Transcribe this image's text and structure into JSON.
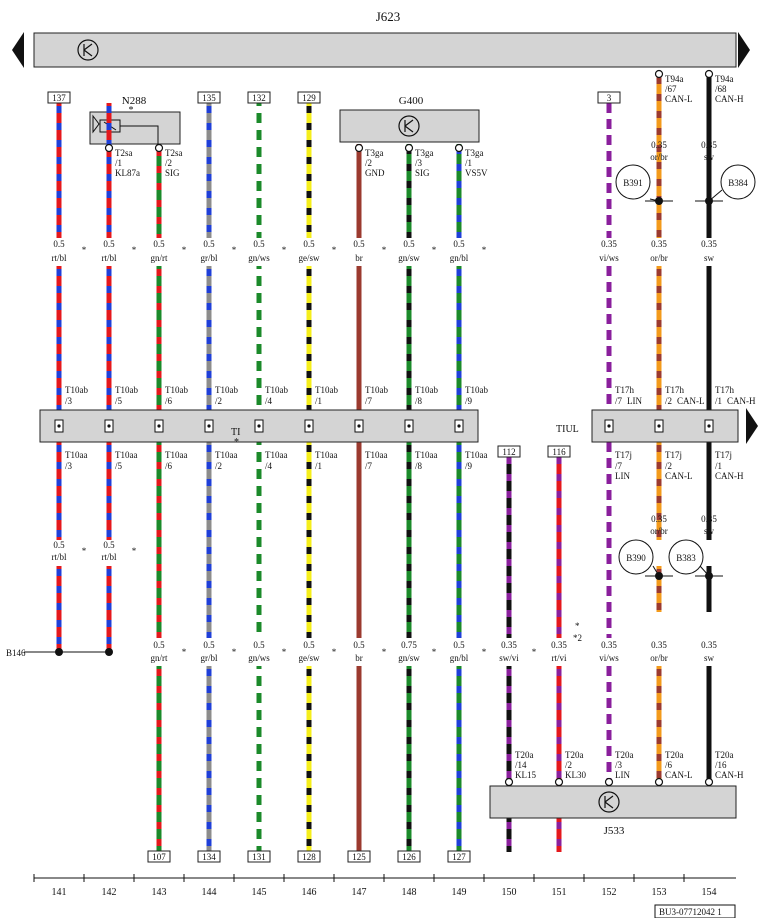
{
  "top_title": "J623",
  "bottom_title": "J533",
  "ti_label": "TI",
  "ti_star": "*",
  "tiul_label": "TIUL",
  "doc_code": "BU3-07712042 1",
  "ground_label": "B146",
  "components": {
    "n288": {
      "name": "N288",
      "star": "*"
    },
    "g400": {
      "name": "G400"
    }
  },
  "circles": [
    {
      "label": "B391",
      "col": 152.5
    },
    {
      "label": "B384",
      "col": 155
    },
    {
      "label": "B390",
      "col": 152.5
    },
    {
      "label": "B383",
      "col": 153.5
    }
  ],
  "columns": [
    {
      "num": "141",
      "top_tag": "137",
      "top_pin": [
        "",
        "",
        ""
      ],
      "top_spec": [
        "0.5",
        "rt/bl"
      ],
      "t10ab": [
        "T10ab",
        "/3"
      ],
      "t10aa": [
        "T10aa",
        "/3"
      ],
      "mid_spec": [
        "0.5",
        "rt/bl"
      ],
      "bot_spec": [
        "",
        ""
      ],
      "bot_tag": "",
      "bot_pin": [
        "",
        "",
        ""
      ]
    },
    {
      "num": "142",
      "top_tag": "",
      "top_pin": [
        "T2sa",
        "/1",
        "KL87a"
      ],
      "top_spec": [
        "0.5",
        "rt/bl"
      ],
      "t10ab": [
        "T10ab",
        "/5"
      ],
      "t10aa": [
        "T10aa",
        "/5"
      ],
      "mid_spec": [
        "0.5",
        "rt/bl"
      ],
      "bot_spec": [
        "",
        ""
      ],
      "bot_tag": "",
      "bot_pin": [
        "",
        "",
        ""
      ]
    },
    {
      "num": "143",
      "top_tag": "",
      "top_pin": [
        "T2sa",
        "/2",
        "SIG"
      ],
      "top_spec": [
        "0.5",
        "gn/rt"
      ],
      "t10ab": [
        "T10ab",
        "/6"
      ],
      "t10aa": [
        "T10aa",
        "/6"
      ],
      "mid_spec": [
        "",
        ""
      ],
      "bot_spec": [
        "0.5",
        "gn/rt"
      ],
      "bot_tag": "107",
      "bot_pin": [
        "",
        "",
        ""
      ]
    },
    {
      "num": "144",
      "top_tag": "135",
      "top_pin": [
        "",
        "",
        ""
      ],
      "top_spec": [
        "0.5",
        "gr/bl"
      ],
      "t10ab": [
        "T10ab",
        "/2"
      ],
      "t10aa": [
        "T10aa",
        "/2"
      ],
      "mid_spec": [
        "",
        ""
      ],
      "bot_spec": [
        "0.5",
        "gr/bl"
      ],
      "bot_tag": "134",
      "bot_pin": [
        "",
        "",
        ""
      ]
    },
    {
      "num": "145",
      "top_tag": "132",
      "top_pin": [
        "",
        "",
        ""
      ],
      "top_spec": [
        "0.5",
        "gn/ws"
      ],
      "t10ab": [
        "T10ab",
        "/4"
      ],
      "t10aa": [
        "T10aa",
        "/4"
      ],
      "mid_spec": [
        "",
        ""
      ],
      "bot_spec": [
        "0.5",
        "gn/ws"
      ],
      "bot_tag": "131",
      "bot_pin": [
        "",
        "",
        ""
      ]
    },
    {
      "num": "146",
      "top_tag": "129",
      "top_pin": [
        "",
        "",
        ""
      ],
      "top_spec": [
        "0.5",
        "ge/sw"
      ],
      "t10ab": [
        "T10ab",
        "/1"
      ],
      "t10aa": [
        "T10aa",
        "/1"
      ],
      "mid_spec": [
        "",
        ""
      ],
      "bot_spec": [
        "0.5",
        "ge/sw"
      ],
      "bot_tag": "128",
      "bot_pin": [
        "",
        "",
        ""
      ]
    },
    {
      "num": "147",
      "top_tag": "",
      "top_pin": [
        "T3ga",
        "/2",
        "GND"
      ],
      "top_spec": [
        "0.5",
        "br"
      ],
      "t10ab": [
        "T10ab",
        "/7"
      ],
      "t10aa": [
        "T10aa",
        "/7"
      ],
      "mid_spec": [
        "",
        ""
      ],
      "bot_spec": [
        "0.5",
        "br"
      ],
      "bot_tag": "125",
      "bot_pin": [
        "",
        "",
        ""
      ]
    },
    {
      "num": "148",
      "top_tag": "",
      "top_pin": [
        "T3ga",
        "/3",
        "SIG"
      ],
      "top_spec": [
        "0.5",
        "gn/sw"
      ],
      "t10ab": [
        "T10ab",
        "/8"
      ],
      "t10aa": [
        "T10aa",
        "/8"
      ],
      "mid_spec": [
        "",
        ""
      ],
      "bot_spec": [
        "0.75",
        "gn/sw"
      ],
      "bot_tag": "126",
      "bot_pin": [
        "",
        "",
        ""
      ]
    },
    {
      "num": "149",
      "top_tag": "",
      "top_pin": [
        "T3ga",
        "/1",
        "VS5V"
      ],
      "top_spec": [
        "0.5",
        "gn/bl"
      ],
      "t10ab": [
        "T10ab",
        "/9"
      ],
      "t10aa": [
        "T10aa",
        "/9"
      ],
      "mid_spec": [
        "",
        ""
      ],
      "bot_spec": [
        "0.5",
        "gn/bl"
      ],
      "bot_tag": "127",
      "bot_pin": [
        "",
        "",
        ""
      ]
    },
    {
      "num": "150",
      "top_tag": "",
      "top_pin": [
        "",
        "",
        ""
      ],
      "top_spec": [
        "",
        ""
      ],
      "t10ab": [
        "",
        ""
      ],
      "t10aa": [
        "",
        ""
      ],
      "mid_spec": [
        "",
        ""
      ],
      "bot_spec": [
        "0.35",
        "sw/vi"
      ],
      "bot_tag": "112",
      "bot_pin": [
        "T20a",
        "/14",
        "KL15"
      ]
    },
    {
      "num": "151",
      "top_tag": "",
      "top_pin": [
        "",
        "",
        ""
      ],
      "top_spec": [
        "",
        ""
      ],
      "t10ab": [
        "",
        ""
      ],
      "t10aa": [
        "",
        ""
      ],
      "mid_spec": [
        "",
        ""
      ],
      "bot_spec": [
        "0.35",
        "rt/vi"
      ],
      "bot_tag": "116",
      "bot_pin": [
        "T20a",
        "/2",
        "KL30"
      ]
    },
    {
      "num": "152",
      "top_tag": "3",
      "top_pin": [
        "",
        "",
        ""
      ],
      "top_spec": [
        "0.35",
        "vi/ws"
      ],
      "t10ab": [
        "T17h",
        "/7",
        "LIN"
      ],
      "t10aa": [
        "T17j",
        "/7",
        "LIN"
      ],
      "mid_spec": [
        "",
        ""
      ],
      "bot_spec": [
        "0.35",
        "vi/ws"
      ],
      "bot_tag": "",
      "bot_pin": [
        "T20a",
        "/3",
        "LIN"
      ]
    },
    {
      "num": "153",
      "top_tag": "",
      "top_pin": [
        "T94a",
        "/67",
        "CAN-L"
      ],
      "top_spec": [
        "0.35",
        "or/br"
      ],
      "top_spec2": [
        "0.35",
        "or/br"
      ],
      "t10ab": [
        "T17h",
        "/2",
        "CAN-L"
      ],
      "t10aa": [
        "T17j",
        "/2",
        "CAN-L"
      ],
      "mid_spec": [
        "0.35",
        "or/br"
      ],
      "bot_spec": [
        "0.35",
        "or/br"
      ],
      "bot_tag": "",
      "bot_pin": [
        "T20a",
        "/6",
        "CAN-L"
      ]
    },
    {
      "num": "154",
      "top_tag": "",
      "top_pin": [
        "T94a",
        "/68",
        "CAN-H"
      ],
      "top_spec": [
        "0.35",
        "sw"
      ],
      "top_spec2": [
        "0.35",
        "sw"
      ],
      "t10ab": [
        "T17h",
        "/1",
        "CAN-H"
      ],
      "t10aa": [
        "T17j",
        "/1",
        "CAN-H"
      ],
      "mid_spec": [
        "0.35",
        "sw"
      ],
      "bot_spec": [
        "0.35",
        "sw"
      ],
      "bot_tag": "",
      "bot_pin": [
        "T20a",
        "/16",
        "CAN-H"
      ]
    }
  ],
  "wire_colors": {
    "rt": "#e4181c",
    "bl": "#1f3fd8",
    "gn": "#1b8a2a",
    "gr": "#8c8c8c",
    "ws": "#ffffff",
    "ge": "#f5ee1c",
    "sw": "#111111",
    "br": "#9b3a2f",
    "vi": "#8a1f9c",
    "or": "#f39a1b"
  },
  "star": "*",
  "star2": "*2"
}
